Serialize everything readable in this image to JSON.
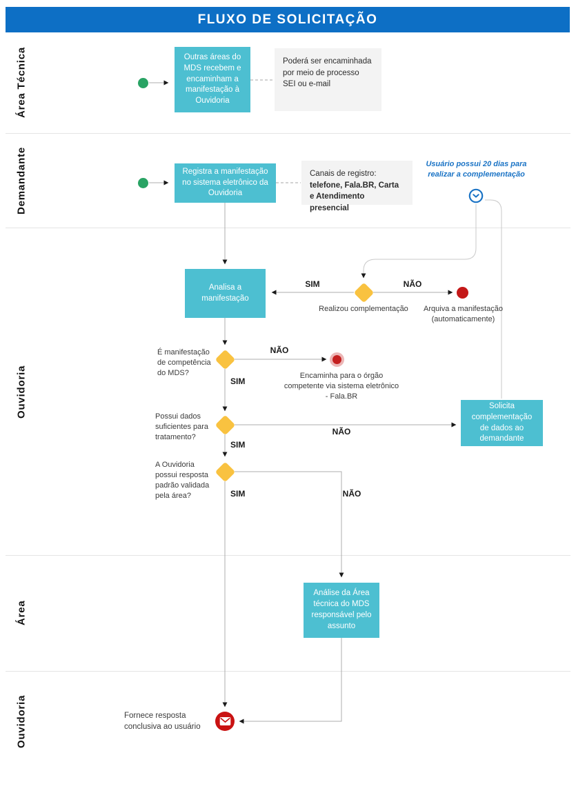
{
  "title": "FLUXO DE SOLICITAÇÃO",
  "colors": {
    "header_blue": "#0d6fc5",
    "process_teal": "#4dbfd1",
    "note_gray": "#f3f3f3",
    "start_green": "#29a364",
    "decision_yellow": "#f9c240",
    "end_red": "#c41818",
    "accent_blue": "#1a73c5"
  },
  "lanes": [
    {
      "label": "Área Técnica"
    },
    {
      "label": "Demandante"
    },
    {
      "label": "Ouvidoria"
    },
    {
      "label": "Área"
    },
    {
      "label": "Ouvidoria"
    }
  ],
  "nodes": {
    "outras_areas": "Outras áreas do MDS recebem e encaminham a manifestação à Ouvidoria",
    "nota_sei": "Poderá ser encaminhada por meio de processo SEI ou e-mail",
    "registra": "Registra a manifestação no sistema eletrônico da Ouvidoria",
    "canais_label": "Canais de registro:",
    "canais_bold": "telefone, Fala.BR, Carta e Atendimento presencial",
    "prazo": "Usuário possui 20 dias para realizar a complementação",
    "analisa": "Analisa a manifestação",
    "realizou": "Realizou complementação",
    "arquiva": "Arquiva a manifestação (automaticamente)",
    "competencia": "É manifestação de competência do MDS?",
    "encaminha": "Encaminha para o órgão competente via sistema eletrônico - Fala.BR",
    "dados": "Possui dados suficientes para tratamento?",
    "solicita": "Solicita complementação de dados ao demandante",
    "resposta_padrao": "A Ouvidoria possui resposta padrão validada pela área?",
    "analise_area": "Análise da Área técnica do MDS responsável pelo assunto",
    "fornece": "Fornece resposta conclusiva ao usuário"
  },
  "labels": {
    "sim": "SIM",
    "nao": "NÃO"
  }
}
